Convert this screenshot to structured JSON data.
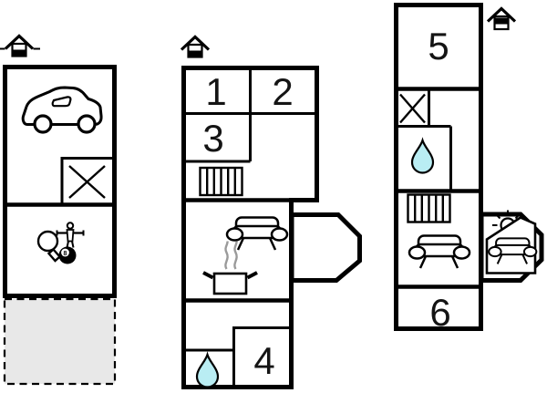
{
  "colors": {
    "wall": "#000000",
    "background": "#ffffff",
    "water_drop_fill": "#b9edf3",
    "terrace_fill": "#e8e8e8",
    "steam": "#9a9a9a"
  },
  "floor_plans": {
    "left": {
      "eight_ball_label": "8",
      "icons": [
        "entrance-house-icon",
        "car-icon",
        "crossed-box-icon",
        "table-tennis-paddle-icon",
        "foosball-player-icon",
        "eight-ball-icon",
        "dashed-terrace"
      ]
    },
    "middle": {
      "rooms": [
        {
          "label": "1"
        },
        {
          "label": "2"
        },
        {
          "label": "3"
        },
        {
          "label": "4"
        }
      ],
      "icons": [
        "entrance-house-icon",
        "stairs-icon",
        "sofa-icon",
        "cooking-pot-icon",
        "water-drop-icon",
        "bay-window"
      ]
    },
    "right": {
      "rooms": [
        {
          "label": "5"
        },
        {
          "label": "6"
        }
      ],
      "icons": [
        "entrance-house-icon",
        "crossed-box-icon",
        "water-drop-icon",
        "stairs-icon",
        "sofa-icon",
        "sun-icon",
        "conservatory-sofa",
        "bay-window"
      ]
    }
  }
}
